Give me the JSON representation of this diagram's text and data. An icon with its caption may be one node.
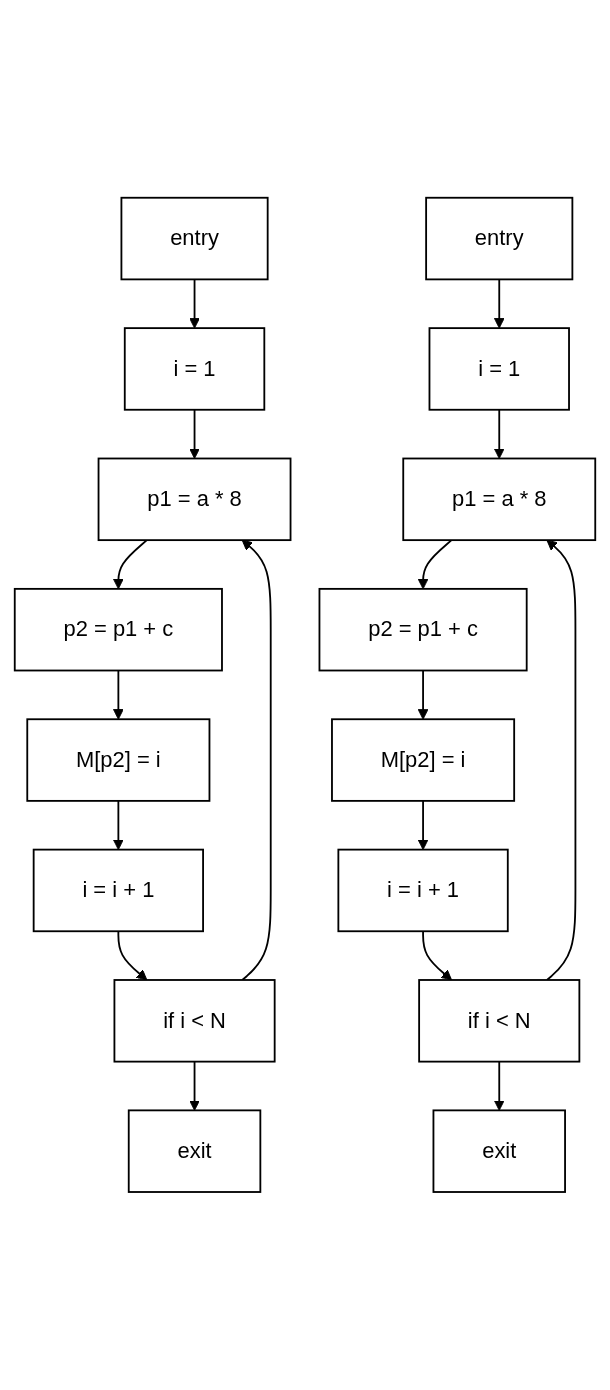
{
  "diagram": {
    "nodes": [
      {
        "text": [
          "entry"
        ]
      },
      {
        "text": [
          "i = 1"
        ]
      },
      {
        "text": [
          "p1 = a * 8"
        ]
      },
      {
        "text": [
          "p2 = p1 + c"
        ]
      },
      {
        "text": [
          "M[p2] = i"
        ]
      },
      {
        "text": [
          "i = i + 1"
        ]
      },
      {
        "text": [
          "if i < N"
        ]
      },
      {
        "text": [
          "exit"
        ]
      },
      {
        "text": [
          "entry"
        ]
      },
      {
        "text": [
          "i = 1"
        ]
      },
      {
        "text": [
          "p1 = a * 8"
        ]
      },
      {
        "text": [
          "p2 = p1 + c"
        ]
      },
      {
        "text": [
          "M[p2] = i"
        ]
      },
      {
        "text": [
          "i = i + 1"
        ]
      },
      {
        "text": [
          "if i < N"
        ]
      },
      {
        "text": [
          "exit"
        ]
      }
    ],
    "edges": [
      {
        "from": 0,
        "to": 1,
        "arrow": "to"
      },
      {
        "from": 1,
        "to": 2,
        "arrow": "to"
      },
      {
        "from": 2,
        "to": 3,
        "arrow": "to"
      },
      {
        "from": 3,
        "to": 4,
        "arrow": "to"
      },
      {
        "from": 4,
        "to": 5,
        "arrow": "to"
      },
      {
        "from": 5,
        "to": 6,
        "arrow": "to"
      },
      {
        "from": 6,
        "to": 7,
        "arrow": "to"
      },
      {
        "from": 6,
        "to": 2,
        "arrow": "to"
      },
      {
        "from": 8,
        "to": 9,
        "arrow": "to"
      },
      {
        "from": 9,
        "to": 10,
        "arrow": "to"
      },
      {
        "from": 10,
        "to": 11,
        "arrow": "to"
      },
      {
        "from": 11,
        "to": 12,
        "arrow": "to"
      },
      {
        "from": 12,
        "to": 13,
        "arrow": "to"
      },
      {
        "from": 13,
        "to": 14,
        "arrow": "to"
      },
      {
        "from": 14,
        "to": 15,
        "arrow": "to"
      },
      {
        "from": 14,
        "to": 10,
        "arrow": "to"
      }
    ]
  }
}
